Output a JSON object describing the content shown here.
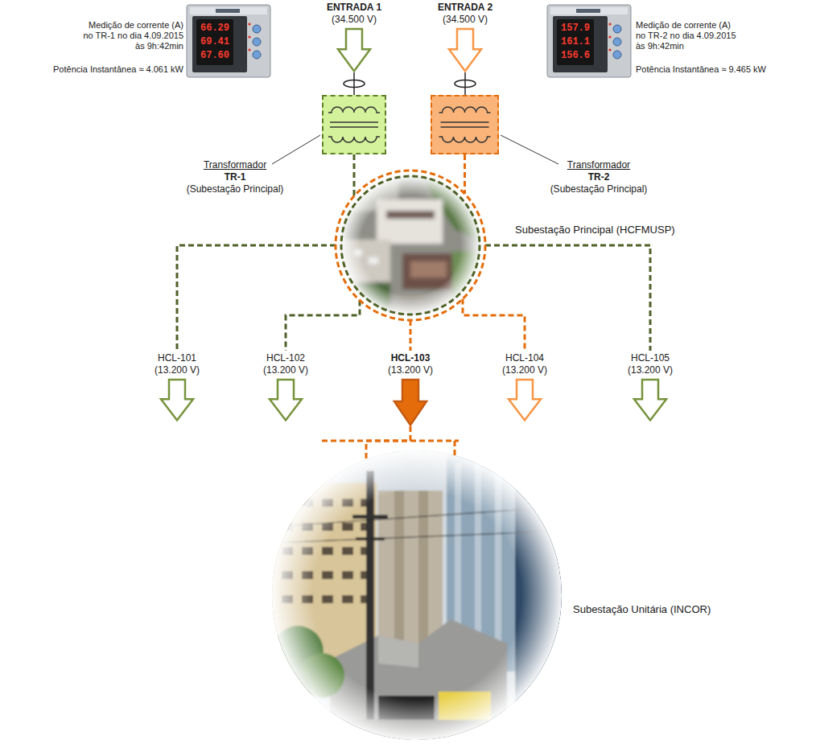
{
  "diagram": {
    "nodes": [
      {
        "text": [
          "ENTRADA 1",
          "(34.500 V)"
        ]
      },
      {
        "text": [
          "ENTRADA 2",
          "(34.500 V)"
        ]
      },
      {
        "text": [
          "66.29",
          "69.41",
          "67.60"
        ]
      },
      {
        "text": [
          "157.9",
          "161.1",
          "156.6"
        ]
      },
      {
        "text": [
          "Transformador",
          "TR-1",
          "(Subestação Principal)"
        ]
      },
      {
        "text": [
          "Transformador",
          "TR-2",
          "(Subestação Principal)"
        ]
      },
      {
        "text": [
          "Subestação Principal (HCFMUSP)"
        ]
      },
      {
        "text": [
          "HCL-101",
          "(13.200 V)"
        ]
      },
      {
        "text": [
          "HCL-102",
          "(13.200 V)"
        ]
      },
      {
        "text": [
          "HCL-103",
          "(13.200 V)"
        ]
      },
      {
        "text": [
          "HCL-104",
          "(13.200 V)"
        ]
      },
      {
        "text": [
          "HCL-105",
          "(13.200 V)"
        ]
      },
      {
        "text": [
          "Subestação Unitária (INCOR)"
        ]
      }
    ],
    "edges": [
      {
        "from": 0,
        "to": 4,
        "arrow": "none"
      },
      {
        "from": 1,
        "to": 5,
        "arrow": "none"
      },
      {
        "from": 4,
        "to": 6,
        "arrow": "none"
      },
      {
        "from": 5,
        "to": 6,
        "arrow": "none"
      },
      {
        "from": 6,
        "to": 7,
        "arrow": "none"
      },
      {
        "from": 6,
        "to": 8,
        "arrow": "none"
      },
      {
        "from": 6,
        "to": 9,
        "arrow": "none"
      },
      {
        "from": 6,
        "to": 10,
        "arrow": "none"
      },
      {
        "from": 6,
        "to": 11,
        "arrow": "none"
      },
      {
        "from": 9,
        "to": 12,
        "arrow": "none"
      }
    ],
    "labels": [
      "Medição de corrente (A) no TR-1 no dia 4.09.2015 às 9h:42min",
      "Potência Instantânea ≈ 4.061 kW",
      "Medição de corrente (A) no TR-2 no dia 4.09.2015 às 9h:42min",
      "Potência Instantânea ≈ 9.465 kW"
    ]
  }
}
